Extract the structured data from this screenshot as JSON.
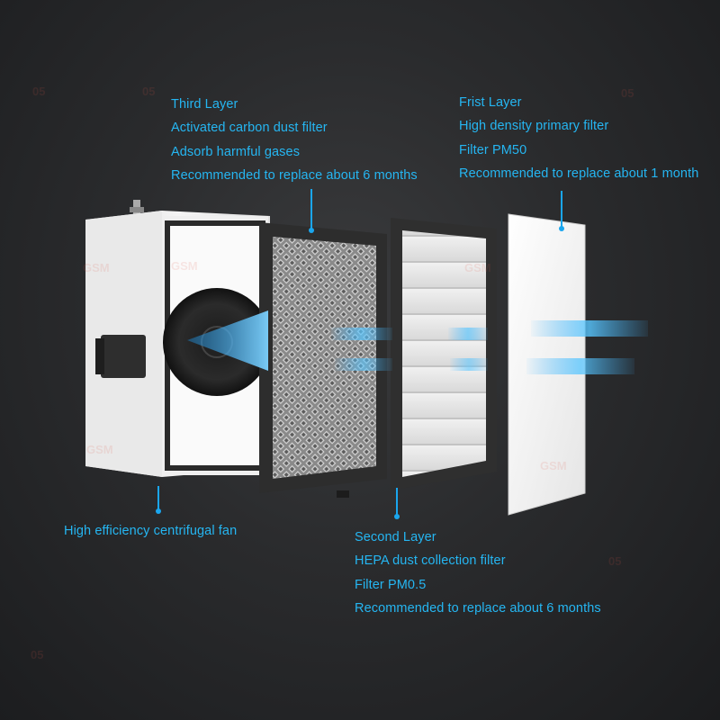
{
  "captions": {
    "third_layer": {
      "title": "Third Layer",
      "line1": "Activated carbon dust filter",
      "line2": "Adsorb harmful gases",
      "line3": "Recommended to replace about 6 months"
    },
    "first_layer": {
      "title": "Frist Layer",
      "line1": "High density primary filter",
      "line2": "Filter PM50",
      "line3": "Recommended to replace about 1 month"
    },
    "second_layer": {
      "title": "Second Layer",
      "line1": "HEPA dust collection filter",
      "line2": "Filter PM0.5",
      "line3": "Recommended to replace about 6 months"
    },
    "fan": {
      "label": "High efficiency centrifugal fan"
    }
  },
  "watermark": {
    "text": "GSM",
    "code": "05"
  },
  "colors": {
    "caption_text": "#25b6f2",
    "leader_line": "#1aa6ee",
    "airflow": "#3fb4ff",
    "background": "#2a2b2d"
  }
}
